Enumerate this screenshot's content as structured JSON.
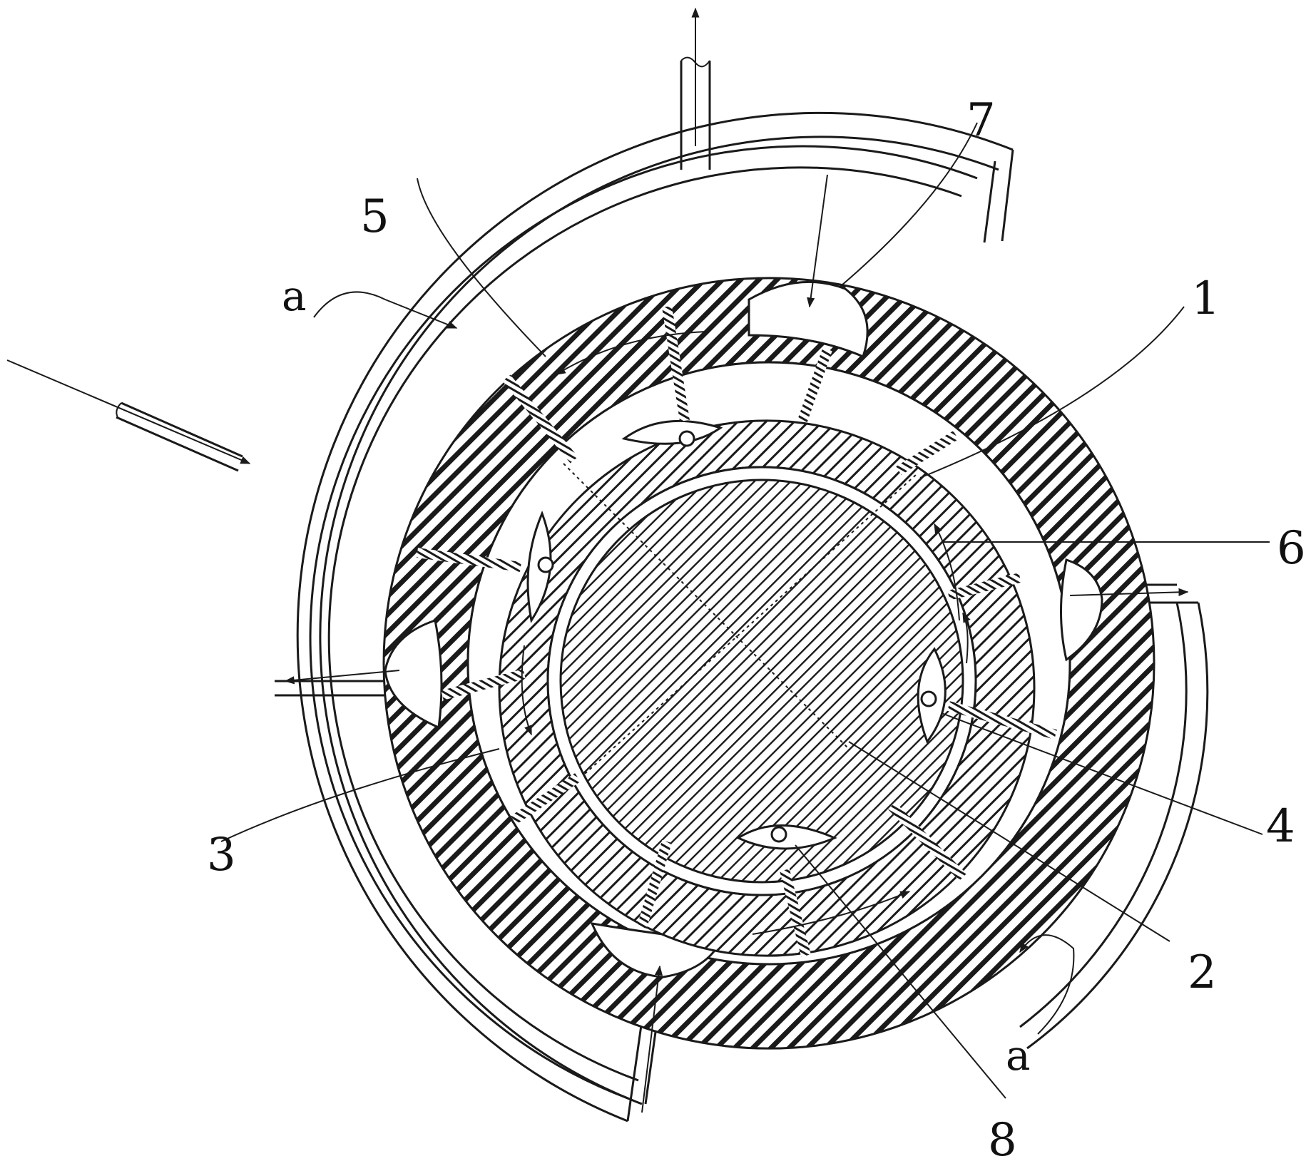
{
  "labels": {
    "n1": "1",
    "n2": "2",
    "n3": "3",
    "n4": "4",
    "n5": "5",
    "n6": "6",
    "n7": "7",
    "n8": "8",
    "a_top": "a",
    "a_bottom": "a"
  },
  "colors": {
    "line": "#1a1a1a",
    "background": "#ffffff",
    "hatch": "#1a1a1a"
  }
}
